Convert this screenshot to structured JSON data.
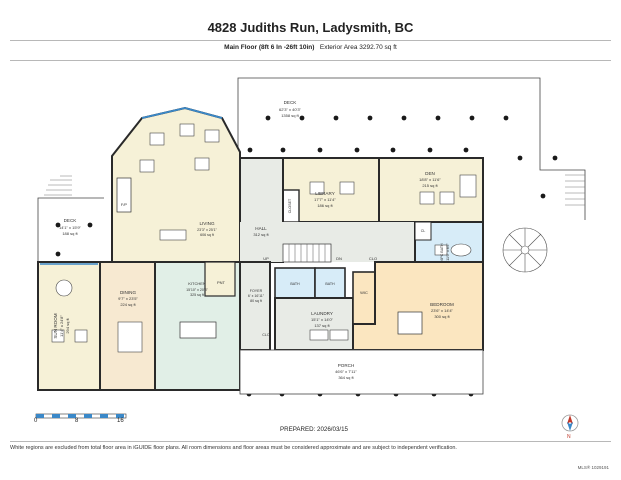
{
  "header": {
    "title": "4828 Judiths Run, Ladysmith, BC",
    "floor_label": "Main Floor (8ft 6 In -26ft 10in)",
    "exterior_area": "Exterior Area 3292.70 sq ft"
  },
  "rooms": {
    "deck_top": {
      "name": "DECK",
      "dims": "62'3\" x 40'3\"",
      "area": "1358 sq ft"
    },
    "deck_left": {
      "name": "DECK",
      "dims": "14'1\" x 15'9\"",
      "area": "188 sq ft"
    },
    "living": {
      "name": "LIVING",
      "dims": "23'3\" x 25'1\"",
      "area": "606 sq ft"
    },
    "fp": {
      "name": "F/P"
    },
    "hall": {
      "name": "HALL",
      "area": "312 sq ft"
    },
    "library": {
      "name": "LIBRARY",
      "dims": "17'7\" x 11'4\"",
      "area": "186 sq ft"
    },
    "closet": {
      "name": "CLOSET"
    },
    "den": {
      "name": "DEN",
      "dims": "18'8\" x 11'6\"",
      "area": "215 sq ft"
    },
    "cl": {
      "name": "CL"
    },
    "bath_right": {
      "name": "6PC BATH",
      "dims": "11'6\" x 8'5\""
    },
    "sunroom": {
      "name": "SUN ROOM",
      "dims": "11'4\" x 24'8\"",
      "area": "294 sq ft"
    },
    "dining": {
      "name": "DINING",
      "dims": "9'7\" x 23'5\"",
      "area": "224 sq ft"
    },
    "kitchen": {
      "name": "KITCHEN",
      "dims": "15'10\" x 20'8\"",
      "area": "325 sq ft"
    },
    "pnt": {
      "name": "PNT"
    },
    "foyer": {
      "name": "FOYER",
      "dims": "6' x 16'11\"",
      "area": "80 sq ft"
    },
    "up": {
      "name": "UP"
    },
    "dn": {
      "name": "DN"
    },
    "bath_small": {
      "name": "BATH"
    },
    "bath_small2": {
      "name": "BATH"
    },
    "clo_hall": {
      "name": "CLO"
    },
    "clo_foyer": {
      "name": "CLO"
    },
    "laundry": {
      "name": "LAUNDRY",
      "dims": "15'1\" x 14'0\"",
      "area": "137 sq ft"
    },
    "wic": {
      "name": "WIC"
    },
    "bedroom": {
      "name": "BEDROOM",
      "dims": "23'6\" x 14'4\"",
      "area": "300 sq ft"
    },
    "porch": {
      "name": "PORCH",
      "dims": "46'6\" x 7'11\"",
      "area": "364 sq ft"
    }
  },
  "scale": {
    "t0": "0",
    "t8": "8",
    "t16": "16"
  },
  "prepared": "PREPARED: 2026/03/15",
  "footer": "White regions are excluded from total floor area in iGUIDE floor plans. All room dimensions and floor areas must be considered approximate and are subject to independent verification.",
  "mls_id": "MLS® 1029191",
  "colors": {
    "living": "#f6f1d7",
    "kitchen": "#e1efe7",
    "den": "#f6f1d7",
    "bedroom": "#fbe6c0",
    "bath": "#d7ecf8",
    "hall": "#e8ebe6",
    "dining": "#f7e9d1",
    "wall": "#2a2a2a",
    "window": "#3a88c8"
  }
}
